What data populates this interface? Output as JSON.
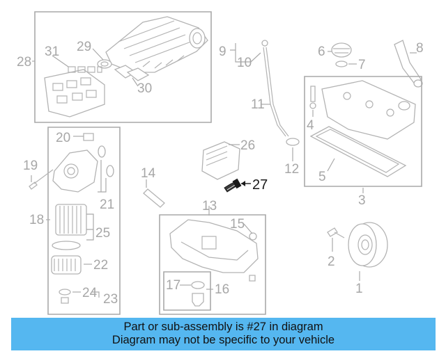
{
  "callouts": {
    "c1": "1",
    "c2": "2",
    "c3": "3",
    "c4": "4",
    "c5": "5",
    "c6": "6",
    "c7": "7",
    "c8": "8",
    "c9": "9",
    "c10": "10",
    "c11": "11",
    "c12": "12",
    "c13": "13",
    "c14": "14",
    "c15": "15",
    "c16": "16",
    "c17": "17",
    "c18": "18",
    "c19": "19",
    "c20": "20",
    "c21": "21",
    "c22": "22",
    "c23": "23",
    "c24": "24",
    "c25": "25",
    "c26": "26",
    "c27": "27",
    "c28": "28",
    "c29": "29",
    "c30": "30",
    "c31": "31"
  },
  "highlight_part": "27",
  "banner": {
    "line1": "Part or sub-assembly is #27 in diagram",
    "line2": "Diagram may not be specific to your vehicle"
  },
  "colors": {
    "banner_bg": "#55b7f0",
    "highlight": "#1a1a1a",
    "line_art": "#b3b3b3"
  }
}
